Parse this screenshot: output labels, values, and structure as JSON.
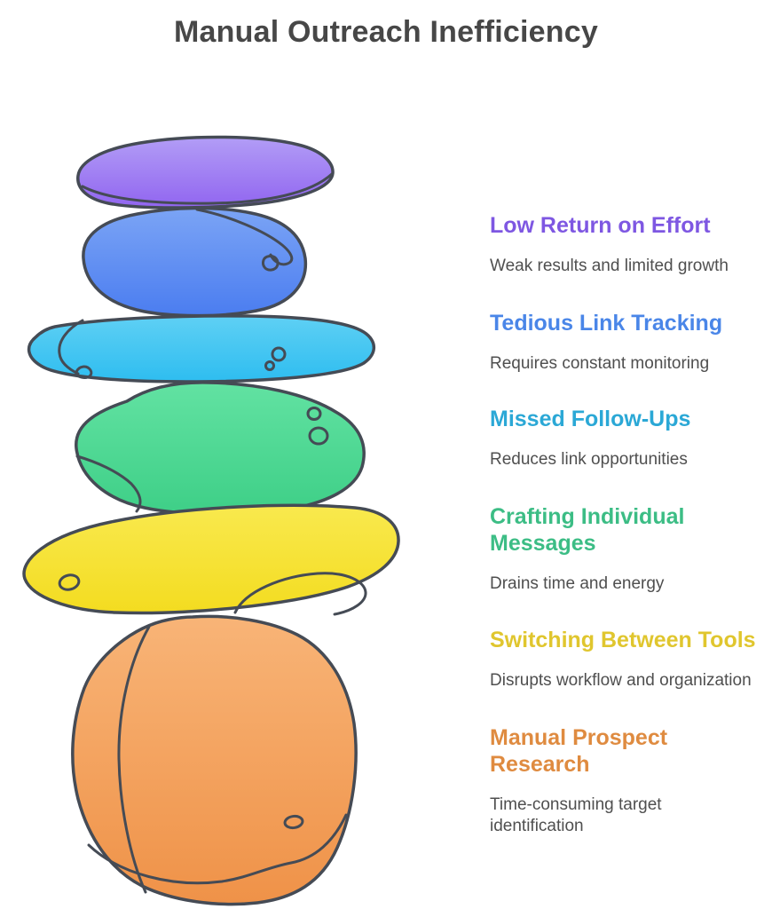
{
  "title": "Manual Outreach Inefficiency",
  "theme": {
    "background": "#ffffff",
    "title_color": "#474747",
    "description_color": "#4f4f4f",
    "outline_color": "#454b55"
  },
  "items": [
    {
      "label": "Low Return on Effort",
      "description": "Weak results and limited growth",
      "accent_color": "#7e57e2",
      "stone_color": "#9165f0",
      "stone_color_light": "#b29df6",
      "stone_name": "purple-flat-stone"
    },
    {
      "label": "Tedious Link Tracking",
      "description": "Requires constant monitoring",
      "accent_color": "#4a86e8",
      "stone_color": "#4b7df0",
      "stone_color_light": "#7ba4f5",
      "stone_name": "blue-round-stone"
    },
    {
      "label": "Missed Follow-Ups",
      "description": "Reduces link opportunities",
      "accent_color": "#2ba8d6",
      "stone_color": "#2ebdf0",
      "stone_color_light": "#5fd0f4",
      "stone_name": "cyan-flat-stone"
    },
    {
      "label": "Crafting Individual\nMessages",
      "description": "Drains time and energy",
      "accent_color": "#3cbd85",
      "stone_color": "#3ecf87",
      "stone_color_light": "#62e2a2",
      "stone_name": "green-round-stone"
    },
    {
      "label": "Switching Between Tools",
      "description": "Disrupts workflow and organization",
      "accent_color": "#e0c62e",
      "stone_color": "#f3dc20",
      "stone_color_light": "#f9e94e",
      "stone_name": "yellow-flat-stone"
    },
    {
      "label": "Manual Prospect\nResearch",
      "description": "Time-consuming target\nidentification",
      "accent_color": "#df8b40",
      "stone_color": "#ef9248",
      "stone_color_light": "#f8b477",
      "stone_name": "orange-boulder-stone"
    }
  ]
}
